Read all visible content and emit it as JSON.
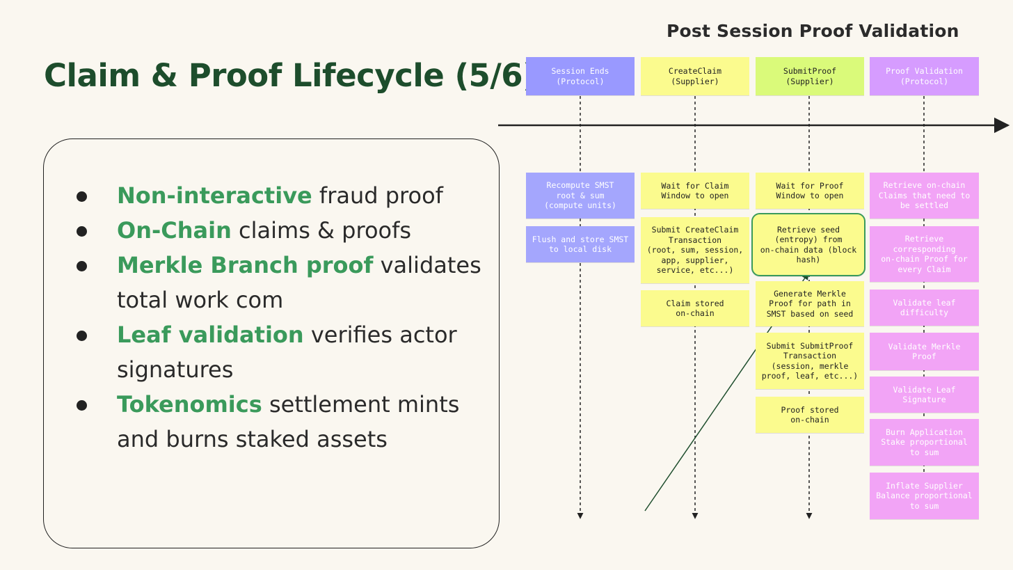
{
  "slide": {
    "title": "Claim & Proof Lifecycle (5/6)"
  },
  "bullets": [
    {
      "highlight": "Non-interactive",
      "text": " fraud proof"
    },
    {
      "highlight": "On-Chain",
      "text": " claims & proofs"
    },
    {
      "highlight": "Merkle Branch proof",
      "text": " validates total work com"
    },
    {
      "highlight": "Leaf validation",
      "text": " verifies actor signatures"
    },
    {
      "highlight": "Tokenomics",
      "text": " settlement mints and burns staked assets"
    }
  ],
  "diagram": {
    "title": "Post Session Proof Validation",
    "lanes": [
      {
        "header": "Session Ends\n(Protocol)"
      },
      {
        "header": "CreateClaim\n(Supplier)"
      },
      {
        "header": "SubmitProof\n(Supplier)"
      },
      {
        "header": "Proof Validation\n(Protocol)"
      }
    ],
    "activities": {
      "session": [
        "Recompute SMST\nroot & sum\n(compute units)",
        "Flush and store SMST\nto local disk"
      ],
      "claim": [
        "Wait for Claim\nWindow to open",
        "Submit CreateClaim\nTransaction\n(root, sum, session,\napp, supplier,\nservice, etc...)",
        "Claim stored\non-chain"
      ],
      "proof": [
        "Wait for Proof\nWindow to open",
        "Retrieve seed\n(entropy) from\non-chain data (block\nhash)",
        "Generate Merkle\nProof for path in\nSMST based on seed",
        "Submit SubmitProof\nTransaction\n(session, merkle\nproof, leaf, etc...)",
        "Proof stored\non-chain"
      ],
      "validation": [
        "Retrieve on-chain\nClaims that need to\nbe settled",
        "Retrieve\ncorresponding\non-chain Proof for\nevery Claim",
        "Validate leaf\ndifficulty",
        "Validate Merkle\nProof",
        "Validate Leaf\nSignature",
        "Burn Application\nStake proportional\nto sum",
        "Inflate Supplier\nBalance proportional\nto sum"
      ]
    },
    "colors": {
      "session": "#9999ff",
      "claim": "#fbfb8e",
      "proof_header": "#dafa7a",
      "validation_header": "#d69cff",
      "validation": "#f2a4f6",
      "highlight_border": "#3a9a5b",
      "title_green": "#1d4d2c",
      "keyword_green": "#3a9a5b"
    }
  }
}
